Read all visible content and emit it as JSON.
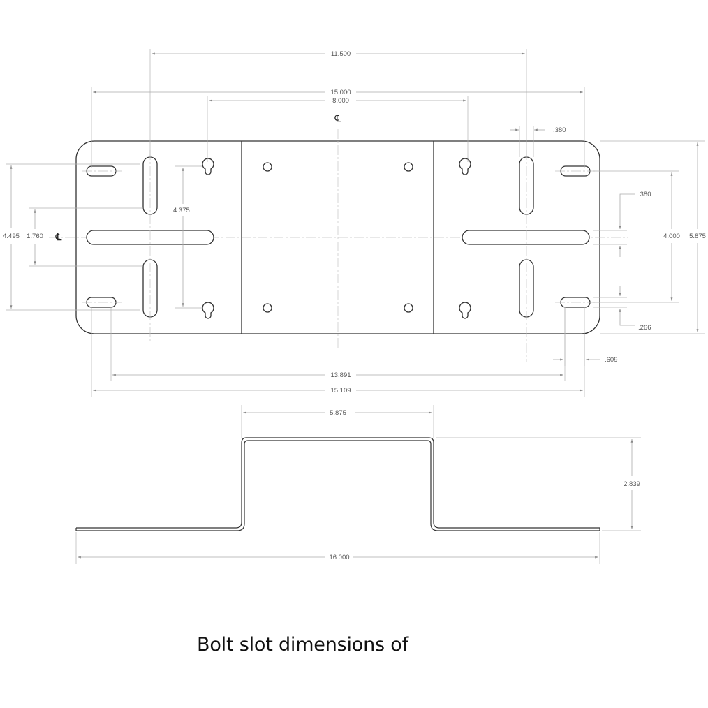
{
  "drawing": {
    "centerline_symbol": "℄",
    "dimensions": {
      "overall_hole_span": "11.500",
      "overall_length": "15.000",
      "center_span": "8.000",
      "slot_width_top": ".380",
      "slot_width_right": ".380",
      "inner_height": "4.000",
      "outer_height": "5.875",
      "keyhole_spacing": "4.375",
      "left_slot_span": "4.495",
      "center_offset": "1.760",
      "slot_offset": ".266",
      "edge_offset": ".609",
      "slot_centers_inner": "13.891",
      "slot_centers_outer": "15.109",
      "bend_width": "5.875",
      "bend_height": "2.839",
      "flat_length": "16.000"
    }
  },
  "caption": "Bolt slot dimensions of"
}
